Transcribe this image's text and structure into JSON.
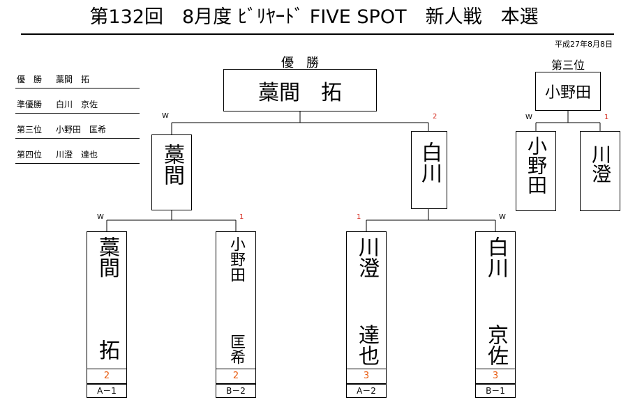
{
  "title": "第132回　8月度 ﾋﾞﾘﾔｰﾄﾞ FIVE SPOT　新人戦　本選",
  "date": "平成27年8月8日",
  "rankings": [
    {
      "place": "優　勝",
      "name": "藁間　拓"
    },
    {
      "place": "準優勝",
      "name": "白川　京佐"
    },
    {
      "place": "第三位",
      "name": "小野田　匡希"
    },
    {
      "place": "第四位",
      "name": "川澄　達也"
    }
  ],
  "champion": {
    "label": "優　勝",
    "name": "藁間　拓"
  },
  "third_place": {
    "label": "第三位",
    "name": "小野田"
  },
  "semifinal": [
    {
      "name": "藁間",
      "mark": "W"
    },
    {
      "name": "白川",
      "mark": "2"
    }
  ],
  "third_match": [
    {
      "name": "小野田",
      "mark": "W"
    },
    {
      "name": "川澄",
      "mark": "1"
    }
  ],
  "round1": [
    {
      "family": "藁間",
      "given": "拓",
      "mark": "W",
      "score": "2",
      "seed": "A－1"
    },
    {
      "family": "小野田",
      "given": "匡希",
      "mark": "1",
      "score": "2",
      "seed": "B－2"
    },
    {
      "family": "川澄",
      "given": "達也",
      "mark": "1",
      "score": "3",
      "seed": "A－2"
    },
    {
      "family": "白川",
      "given": "京佐",
      "mark": "W",
      "score": "3",
      "seed": "B－1"
    }
  ],
  "colors": {
    "lose_mark": "#d62a1f",
    "score": "#e8590c",
    "line": "#000000"
  }
}
